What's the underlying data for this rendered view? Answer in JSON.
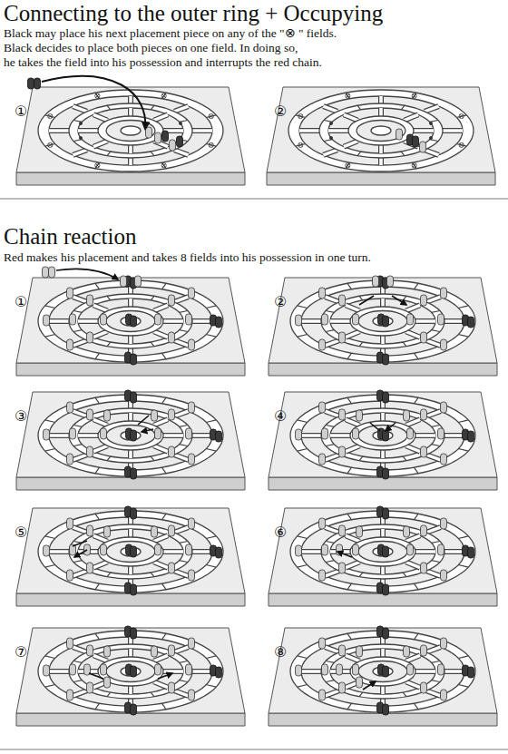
{
  "diagram": {
    "labels": [
      "Connecting to the outer ring + Occupying",
      "Black may place his next placement piece on any of the \"⊗ \" fields.",
      "Black decides to place both pieces on one field. In doing so,",
      "he takes the field into his possession and interrupts the red chain.",
      "①",
      "②",
      "Chain reaction",
      "Red makes his placement and takes 8 fields into his possession in one turn.",
      "①",
      "②",
      "③",
      "④",
      "⑤",
      "⑥",
      "⑦",
      "⑧"
    ]
  }
}
